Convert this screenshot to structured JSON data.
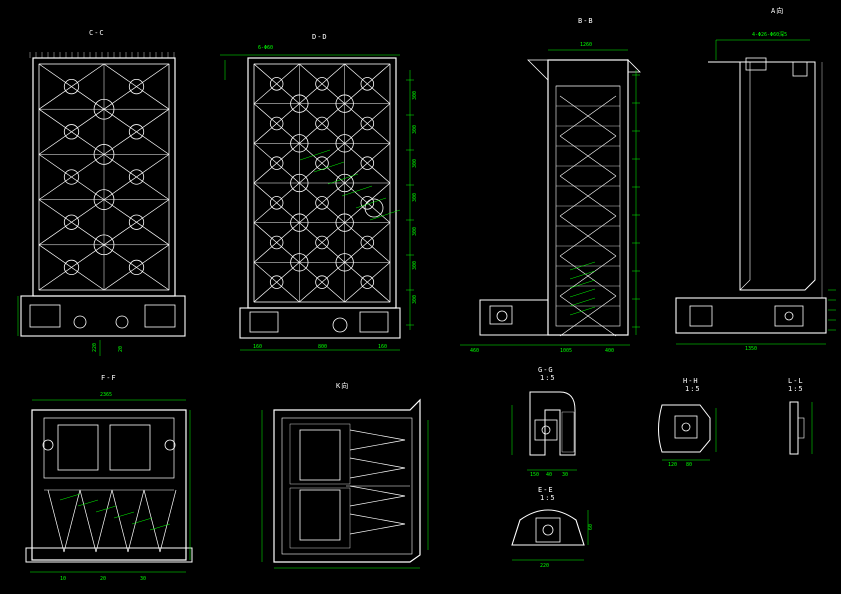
{
  "views": [
    {
      "id": "cc",
      "title": "C-C"
    },
    {
      "id": "dd",
      "title": "D-D"
    },
    {
      "id": "bb",
      "title": "B-B"
    },
    {
      "id": "tr",
      "title": "A向"
    },
    {
      "id": "ff",
      "title": "F-F"
    },
    {
      "id": "kx",
      "title": "K向"
    },
    {
      "id": "gg",
      "title": "G-G",
      "scale": "1:5"
    },
    {
      "id": "hh",
      "title": "H-H",
      "scale": "1:5"
    },
    {
      "id": "ll",
      "title": "L-L",
      "scale": "1:5"
    },
    {
      "id": "ee",
      "title": "E-E",
      "scale": "1:5"
    }
  ],
  "dimensions": {
    "dd_top": "6-Φ60",
    "dd_bottom": [
      "160",
      "800",
      "160"
    ],
    "dd_right": [
      "300",
      "300",
      "300",
      "300",
      "300",
      "300",
      "300"
    ],
    "cc_bottom": [
      "20",
      "220"
    ],
    "bb_top": "1260",
    "bb_bottom": [
      "460",
      "1005",
      "400"
    ],
    "tr_top": "4-Φ26-Φ60深5",
    "tr_bottom": "1350",
    "ff_top": "2365",
    "ff_bottom": [
      "10",
      "20",
      "30"
    ],
    "gg_dims": [
      "150",
      "40",
      "30"
    ],
    "hh_dims": [
      "120",
      "80"
    ],
    "ee_dims": [
      "220",
      "60"
    ]
  },
  "colors": {
    "line": "#ffffff",
    "dim": "#00ff00",
    "background": "#000000"
  }
}
